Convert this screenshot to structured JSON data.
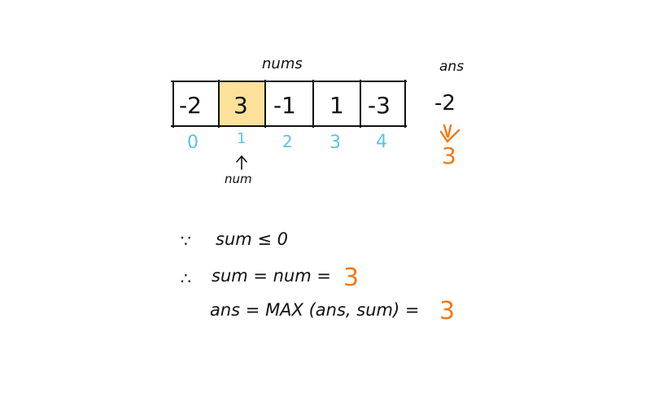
{
  "array_label": "nums",
  "ans_label": "ans",
  "cells": [
    "-2",
    "3",
    "-1",
    "1",
    "-3"
  ],
  "highlight_index": 1,
  "indices": [
    "0",
    "1",
    "2",
    "3",
    "4"
  ],
  "pointer_label": "num",
  "ans_old": "-2",
  "ans_new": "3",
  "lines": {
    "because_symbol": "∵",
    "because_text": "sum ≤ 0",
    "therefore_symbol": "∴",
    "therefore_text": "sum = num =",
    "therefore_value": "3",
    "ans_text": "ans = MAX (ans, sum) =",
    "ans_value": "3"
  },
  "colors": {
    "highlight_fill": "#fbe19a",
    "index_color": "#5bc4dc",
    "accent_orange": "#f07a1a"
  }
}
